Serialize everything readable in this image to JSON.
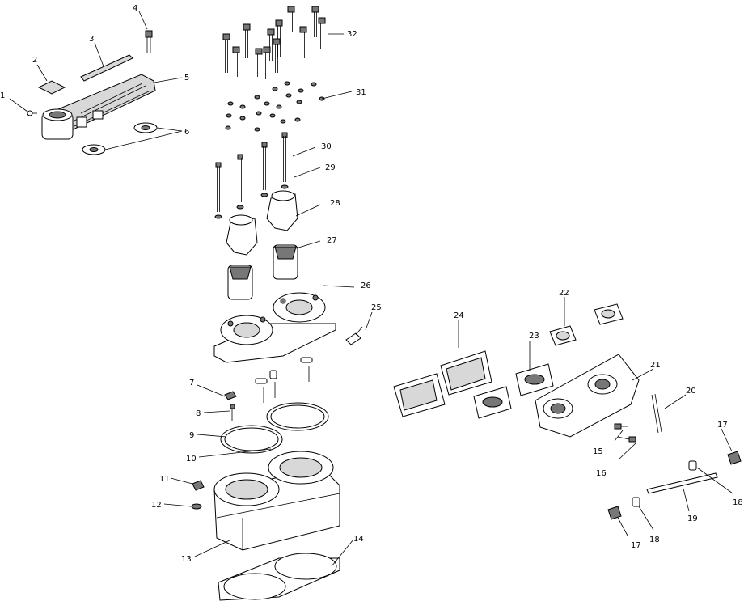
{
  "callouts": {
    "c1": "1",
    "c2": "2",
    "c3": "3",
    "c4": "4",
    "c5": "5",
    "c6": "6",
    "c7": "7",
    "c8": "8",
    "c9": "9",
    "c10": "10",
    "c11": "11",
    "c12": "12",
    "c13": "13",
    "c14": "14",
    "c15": "15",
    "c16": "16",
    "c17a": "17",
    "c17b": "17",
    "c18a": "18",
    "c18b": "18",
    "c19": "19",
    "c20": "20",
    "c21": "21",
    "c22": "22",
    "c23": "23",
    "c24": "24",
    "c25": "25",
    "c26": "26",
    "c27": "27",
    "c28": "28",
    "c29": "29",
    "c30": "30",
    "c31": "31",
    "c32": "32"
  }
}
